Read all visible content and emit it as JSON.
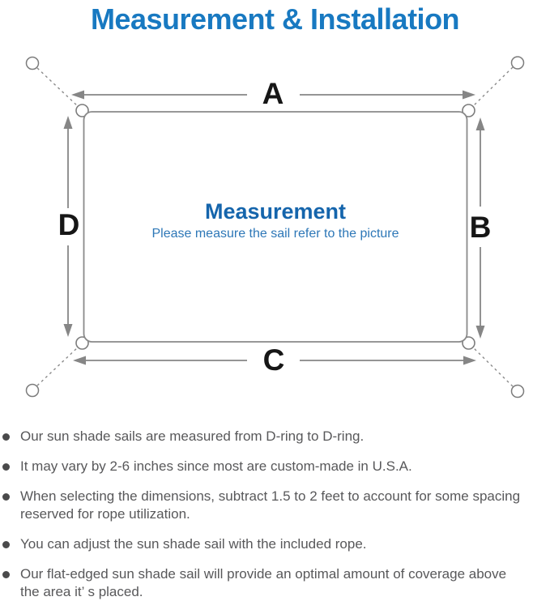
{
  "title": "Measurement & Installation",
  "diagram": {
    "labels": {
      "top": "A",
      "right": "B",
      "bottom": "C",
      "left": "D"
    },
    "center_title": "Measurement",
    "center_subtitle": "Please measure the sail refer to the picture"
  },
  "notes": {
    "items": [
      "Our sun shade sails are measured from D-ring to D-ring.",
      "It may vary by 2-6 inches since most are custom-made in U.S.A.",
      "When selecting the dimensions, subtract 1.5 to 2 feet to account for some spacing\nreserved for rope utilization.",
      "You can adjust the sun shade sail with the included rope.",
      "Our flat-edged sun shade sail will provide an optimal amount of coverage above\nthe area it’ s placed."
    ]
  },
  "colors": {
    "title_blue": "#1879c1",
    "center_title_blue": "#1565ac",
    "center_subtitle_blue": "#2d77b7",
    "diagram_gray": "#868686",
    "dimension_label_black": "#161616",
    "note_text_gray": "#58585a"
  }
}
